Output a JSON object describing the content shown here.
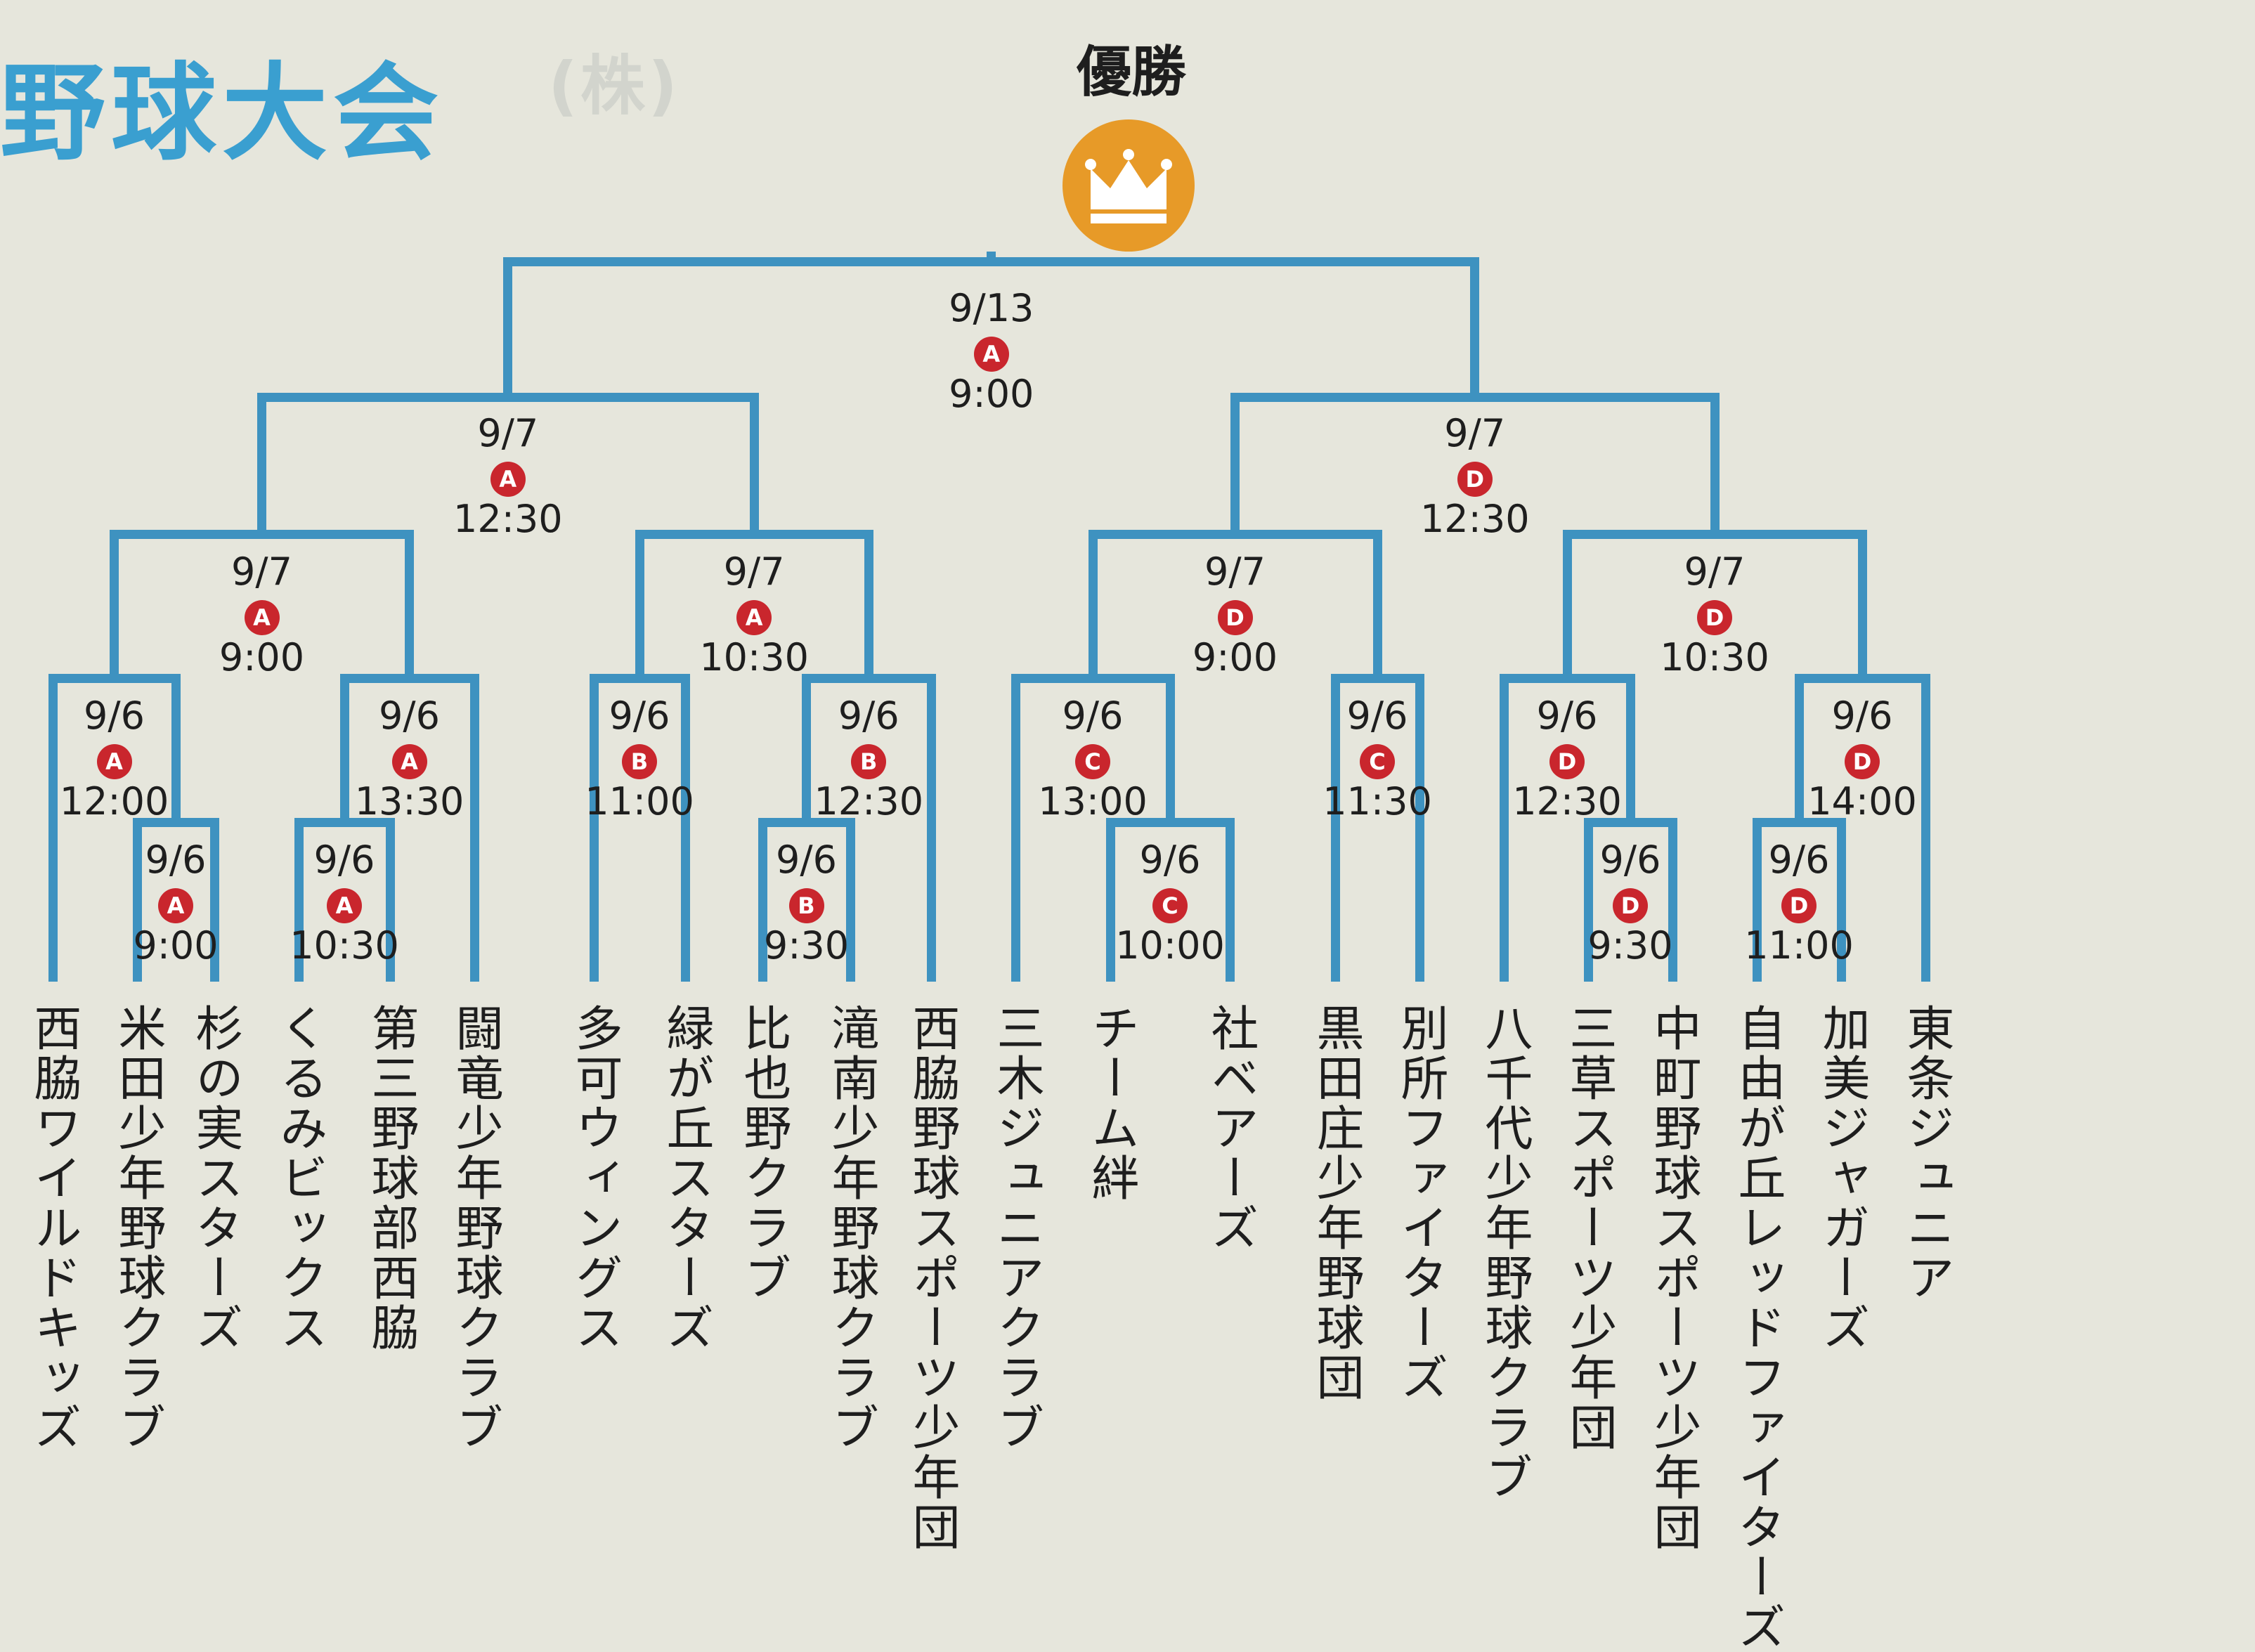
{
  "header": {
    "title": "野球大会",
    "faded_heading": "(株)"
  },
  "winner": {
    "label": "優勝",
    "icon": "crown-icon",
    "accent_color": "#e79a28"
  },
  "colors": {
    "bracket_line": "#3e92c0",
    "venue_badge": "#c9262d",
    "title": "#3a9fd0"
  },
  "teams": [
    "西脇ワイルドキッズ",
    "米田少年野球クラブ",
    "杉の実スターズ",
    "くるみビックス",
    "第三野球部西脇",
    "闘竜少年野球クラブ",
    "多可ウィングス",
    "緑が丘スターズ",
    "比也野クラブ",
    "滝南少年野球クラブ",
    "西脇野球スポーツ少年団",
    "三木ジュニアクラブ",
    "チーム絆",
    "社ベアーズ",
    "黒田庄少年野球団",
    "別所ファイターズ",
    "八千代少年野球クラブ",
    "三草スポーツ少年団",
    "中町野球スポーツ少年団",
    "自由が丘レッドファイターズ",
    "加美ジャガーズ",
    "東条ジュニア"
  ],
  "matches": [
    {
      "id": "r1-a-0900",
      "date": "9/6",
      "venue": "A",
      "time": "9:00",
      "teams": [
        "米田少年野球クラブ",
        "杉の実スターズ"
      ]
    },
    {
      "id": "r1-a-1030",
      "date": "9/6",
      "venue": "A",
      "time": "10:30",
      "teams": [
        "くるみビックス",
        "第三野球部西脇"
      ]
    },
    {
      "id": "r1-b-0930",
      "date": "9/6",
      "venue": "B",
      "time": "9:30",
      "teams": [
        "比也野クラブ",
        "滝南少年野球クラブ"
      ]
    },
    {
      "id": "r1-c-1000",
      "date": "9/6",
      "venue": "C",
      "time": "10:00",
      "teams": [
        "チーム絆",
        "社ベアーズ"
      ]
    },
    {
      "id": "r1-d-0930",
      "date": "9/6",
      "venue": "D",
      "time": "9:30",
      "teams": [
        "三草スポーツ少年団",
        "中町野球スポーツ少年団"
      ]
    },
    {
      "id": "r1-d-1100",
      "date": "9/6",
      "venue": "D",
      "time": "11:00",
      "teams": [
        "自由が丘レッドファイターズ",
        "加美ジャガーズ"
      ]
    },
    {
      "id": "r2-a-1200",
      "date": "9/6",
      "venue": "A",
      "time": "12:00"
    },
    {
      "id": "r2-a-1330",
      "date": "9/6",
      "venue": "A",
      "time": "13:30"
    },
    {
      "id": "r2-b-1100",
      "date": "9/6",
      "venue": "B",
      "time": "11:00",
      "teams": [
        "多可ウィングス",
        "緑が丘スターズ"
      ]
    },
    {
      "id": "r2-b-1230",
      "date": "9/6",
      "venue": "B",
      "time": "12:30"
    },
    {
      "id": "r2-c-1300",
      "date": "9/6",
      "venue": "C",
      "time": "13:00"
    },
    {
      "id": "r2-c-1130",
      "date": "9/6",
      "venue": "C",
      "time": "11:30",
      "teams": [
        "黒田庄少年野球団",
        "別所ファイターズ"
      ]
    },
    {
      "id": "r2-d-1230",
      "date": "9/6",
      "venue": "D",
      "time": "12:30"
    },
    {
      "id": "r2-d-1400",
      "date": "9/6",
      "venue": "D",
      "time": "14:00"
    },
    {
      "id": "r3-a-0900",
      "date": "9/7",
      "venue": "A",
      "time": "9:00"
    },
    {
      "id": "r3-a-1030",
      "date": "9/7",
      "venue": "A",
      "time": "10:30"
    },
    {
      "id": "r3-d-0900",
      "date": "9/7",
      "venue": "D",
      "time": "9:00"
    },
    {
      "id": "r3-d-1030",
      "date": "9/7",
      "venue": "D",
      "time": "10:30"
    },
    {
      "id": "semi-a",
      "date": "9/7",
      "venue": "A",
      "time": "12:30"
    },
    {
      "id": "semi-d",
      "date": "9/7",
      "venue": "D",
      "time": "12:30"
    },
    {
      "id": "final",
      "date": "9/13",
      "venue": "A",
      "time": "9:00"
    }
  ]
}
